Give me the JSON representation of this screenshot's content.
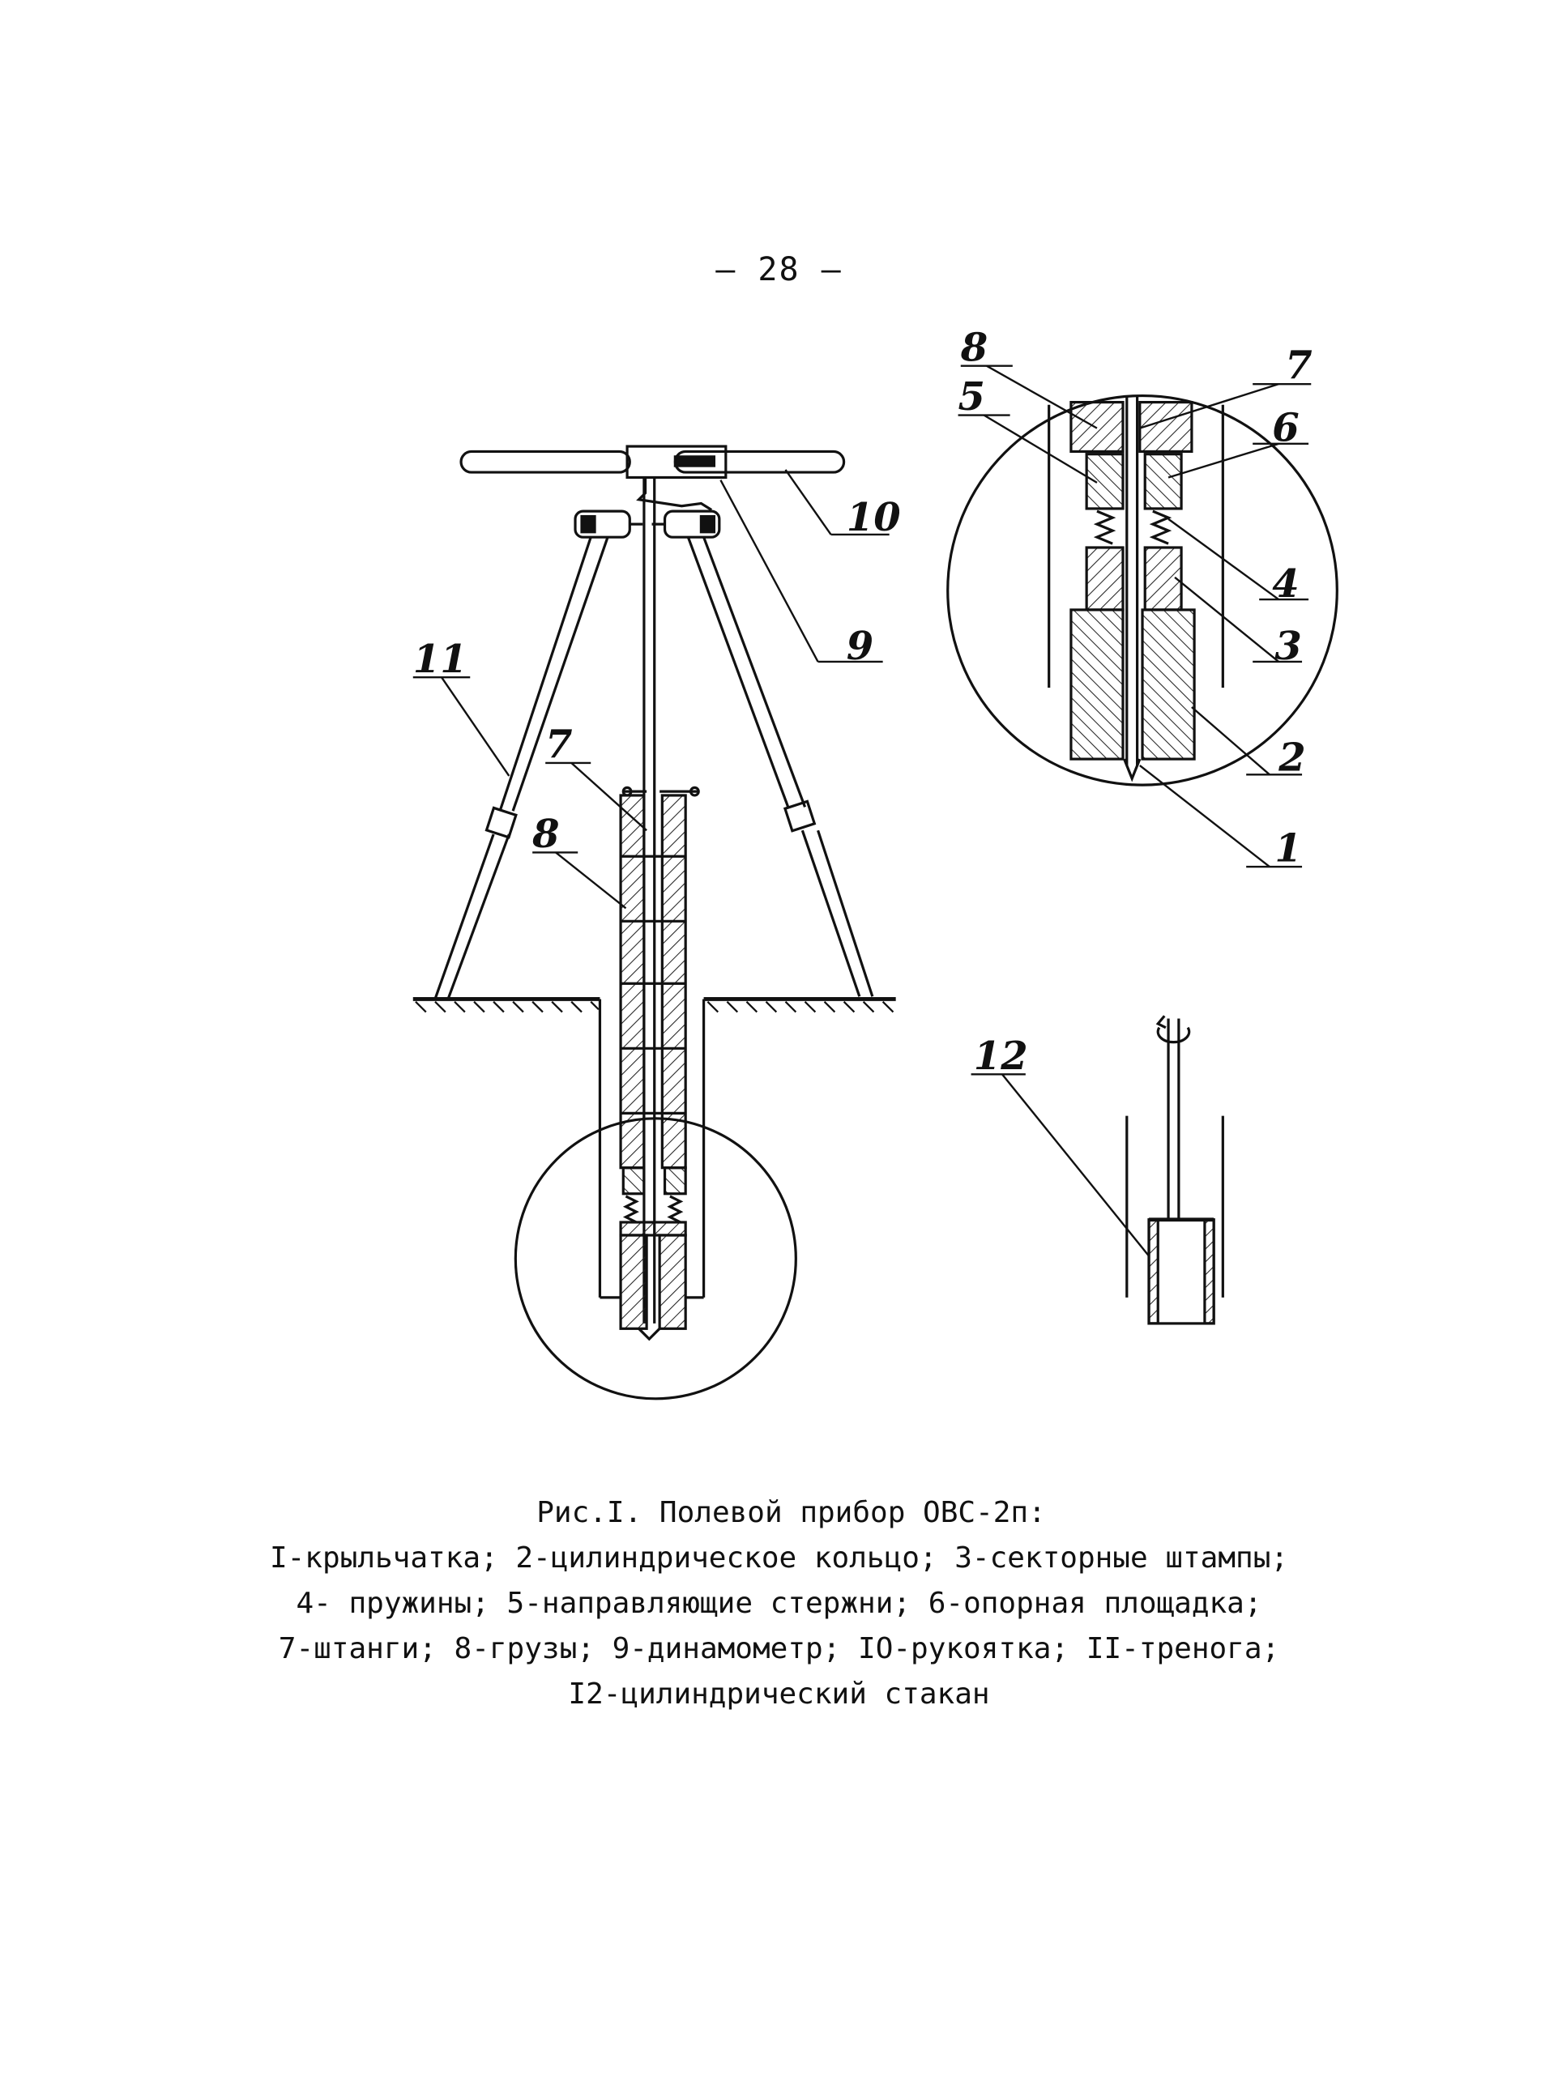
{
  "page_number": "– 28 –",
  "figure": {
    "labels": {
      "l1": "1",
      "l2": "2",
      "l3": "3",
      "l4": "4",
      "l5": "5",
      "l6": "6",
      "l7_detail": "7",
      "l8_detail": "8",
      "l7_main": "7",
      "l8_main": "8",
      "l9": "9",
      "l10": "10",
      "l11": "11",
      "l12": "12"
    }
  },
  "caption": {
    "title": "Рис.I. Полевой прибор ОВС-2п:",
    "lines": [
      "I-крыльчатка; 2-цилиндрическое кольцо; 3-секторные штампы;",
      "4- пружины; 5-направляющие стержни; 6-опорная площадка;",
      "7-штанги; 8-грузы; 9-динамометр; IO-рукоятка; II-тренога;",
      "I2-цилиндрический стакан"
    ]
  }
}
